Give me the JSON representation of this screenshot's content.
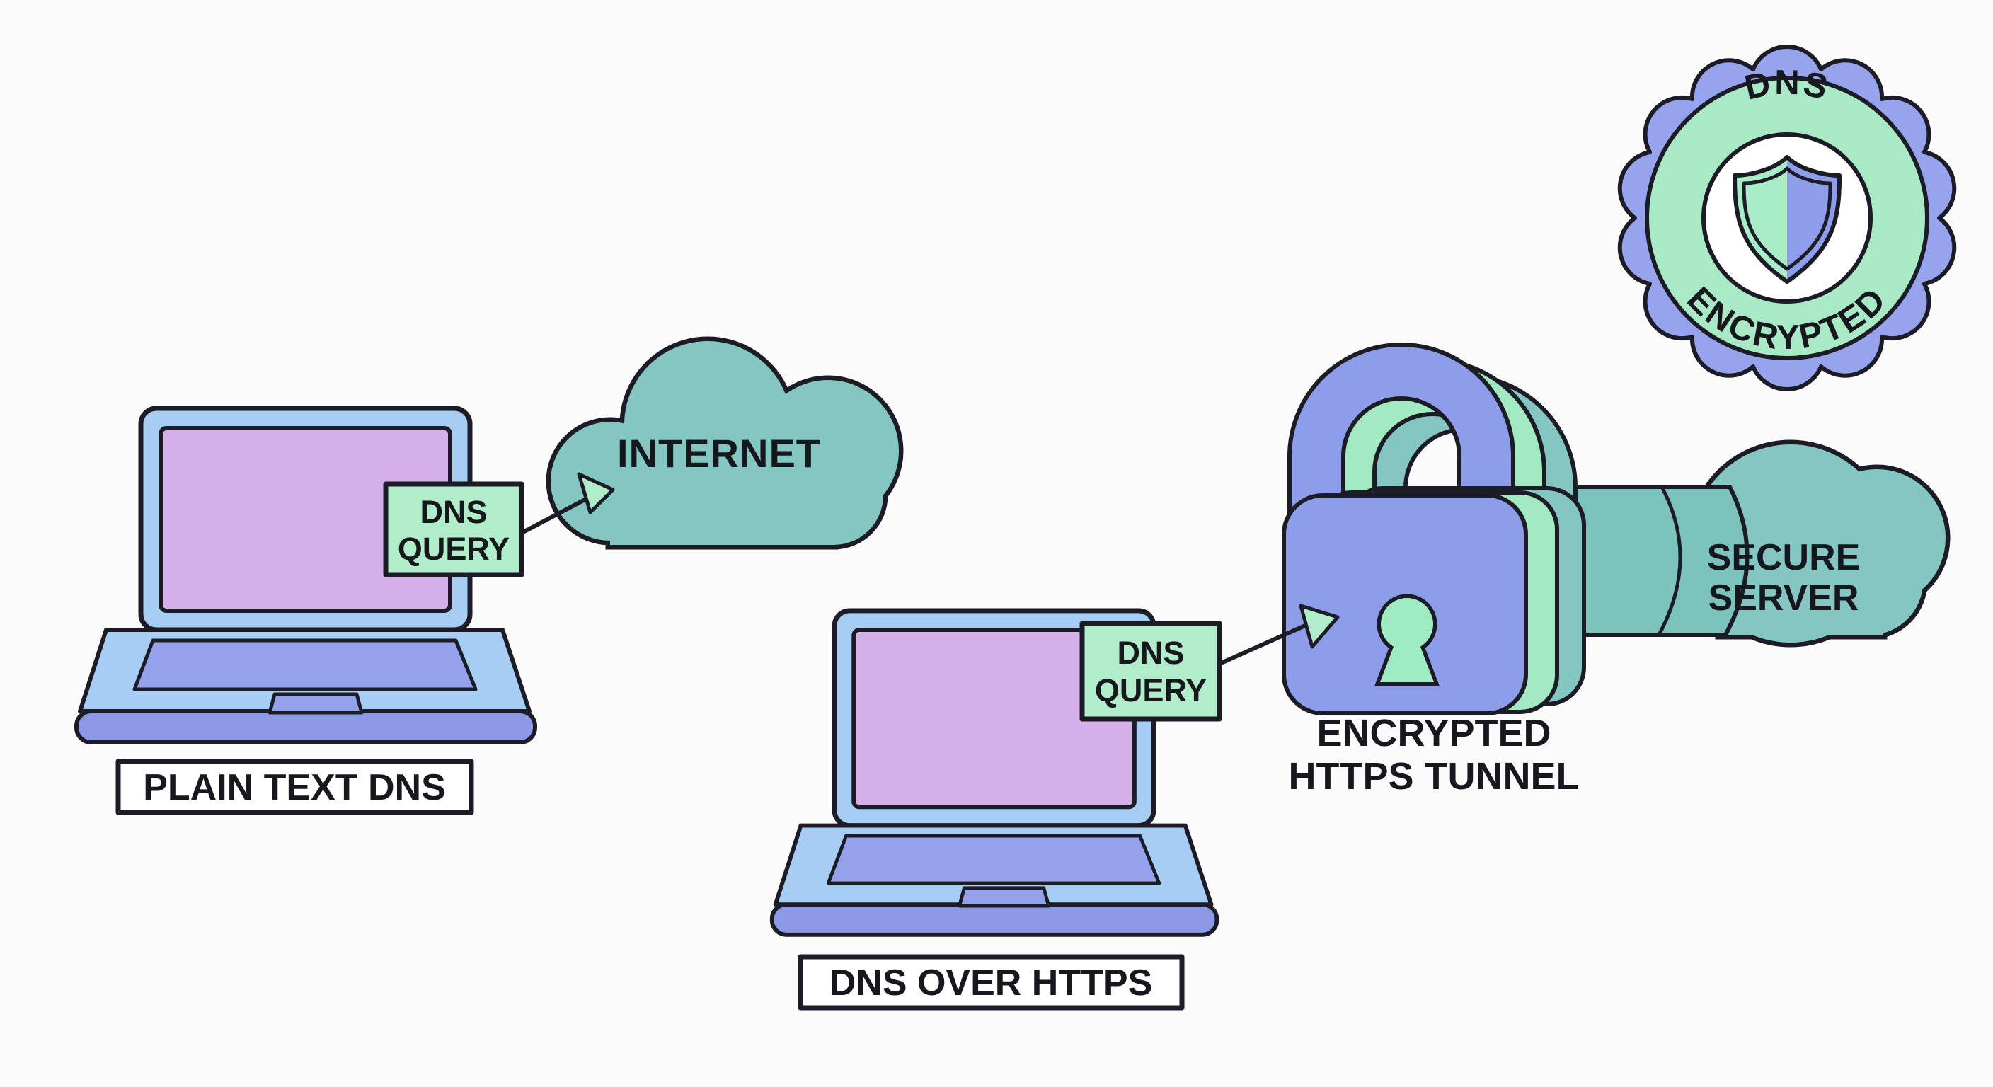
{
  "title": "DNS over HTTPS comparison diagram",
  "palette": {
    "background": "#fbfbfc",
    "outline_ink": "#1c1c26",
    "laptop_blue": "#a6cdf3",
    "screen_lavender": "#d5afea",
    "keyboard_periwinkle": "#93a2ea",
    "base_periwinkle": "#8b99e7",
    "mint_green": "#b2edca",
    "teal_cloud": "#84c7c2",
    "tunnel_teal": "#7cc2bd",
    "padlock_periwinkle": "#8e9dea",
    "badge_periwinkle": "#96a4ed",
    "badge_ring_green": "#a9e9c6"
  },
  "labels": {
    "plain_text_dns": "PLAIN TEXT DNS",
    "dns_over_https": "DNS OVER HTTPS"
  },
  "query_left": {
    "line1": "DNS",
    "line2": "QUERY"
  },
  "query_right": {
    "line1": "DNS",
    "line2": "QUERY"
  },
  "clouds": {
    "internet": {
      "label": "INTERNET"
    },
    "secure_server": {
      "line1": "SECURE",
      "line2": "SERVER"
    }
  },
  "tunnel_caption": {
    "line1": "ENCRYPTED",
    "line2": "HTTPS TUNNEL"
  },
  "badge": {
    "top_text": "DNS",
    "bottom_text": "ENCRYPTED"
  }
}
